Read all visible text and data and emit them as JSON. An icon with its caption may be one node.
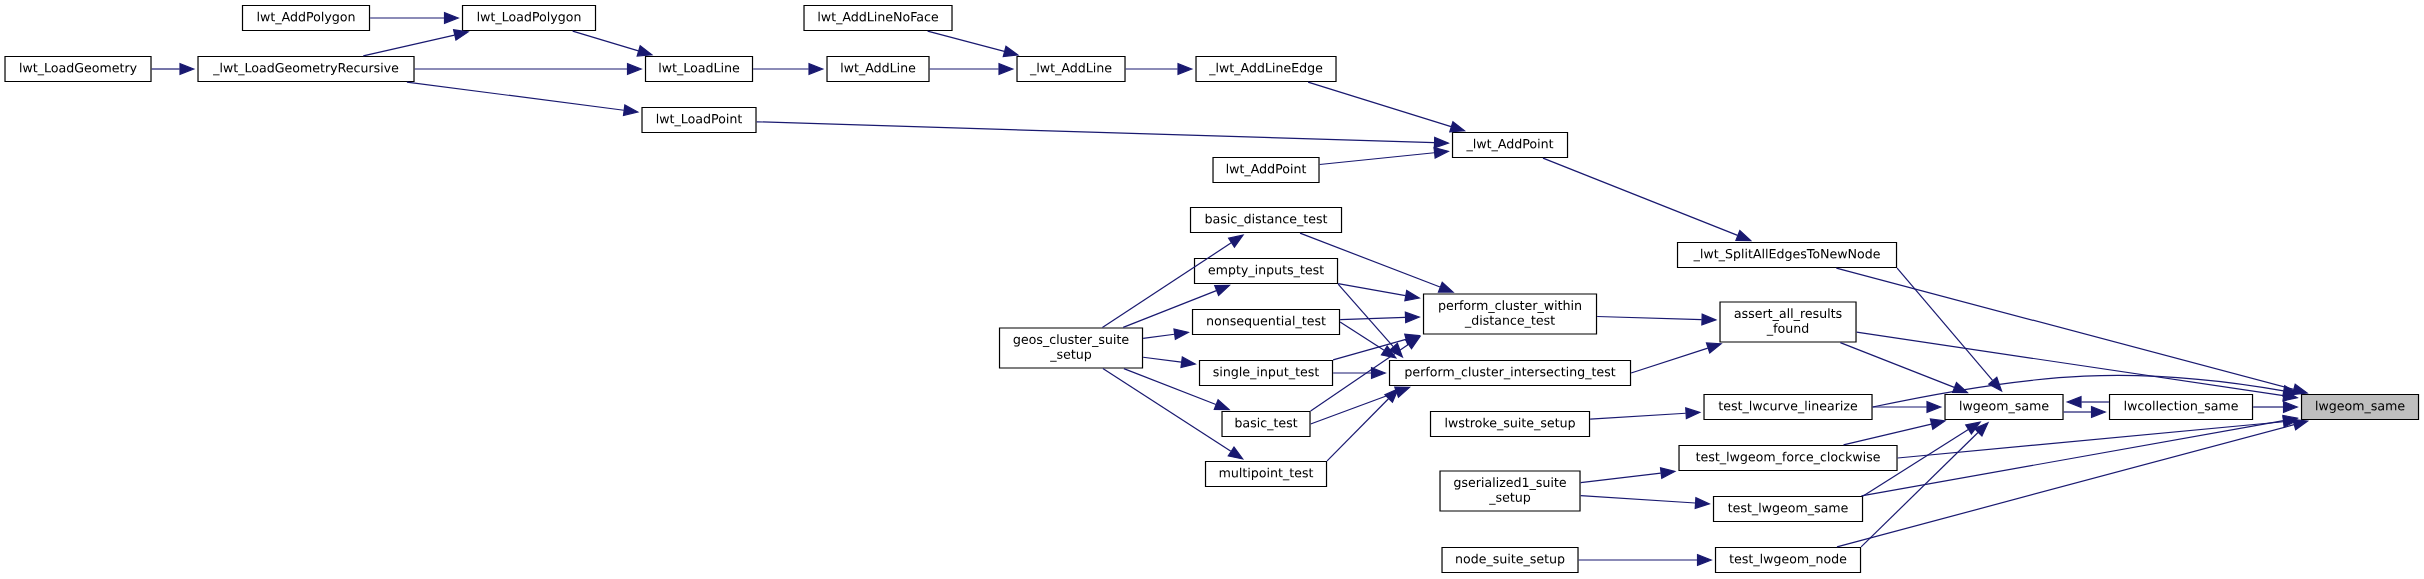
{
  "diagram": {
    "nodes": [
      {
        "text": [
          "lwt_AddPolygon"
        ]
      },
      {
        "text": [
          "lwt_LoadPolygon"
        ]
      },
      {
        "text": [
          "lwt_LoadGeometry"
        ]
      },
      {
        "text": [
          "_lwt_LoadGeometryRecursive"
        ]
      },
      {
        "text": [
          "lwt_LoadLine"
        ]
      },
      {
        "text": [
          "lwt_LoadPoint"
        ]
      },
      {
        "text": [
          "lwt_AddLineNoFace"
        ]
      },
      {
        "text": [
          "lwt_AddLine"
        ]
      },
      {
        "text": [
          "_lwt_AddLine"
        ]
      },
      {
        "text": [
          "_lwt_AddLineEdge"
        ]
      },
      {
        "text": [
          "_lwt_AddPoint"
        ]
      },
      {
        "text": [
          "lwt_AddPoint"
        ]
      },
      {
        "text": [
          "basic_distance_test"
        ]
      },
      {
        "text": [
          "empty_inputs_test"
        ]
      },
      {
        "text": [
          "nonsequential_test"
        ]
      },
      {
        "text": [
          "geos_cluster_suite _setup"
        ]
      },
      {
        "text": [
          "single_input_test"
        ]
      },
      {
        "text": [
          "basic_test"
        ]
      },
      {
        "text": [
          "multipoint_test"
        ]
      },
      {
        "text": [
          "perform_cluster_within _distance_test"
        ]
      },
      {
        "text": [
          "perform_cluster_intersecting_test"
        ]
      },
      {
        "text": [
          "lwstroke_suite_setup"
        ]
      },
      {
        "text": [
          "gserialized1_suite _setup"
        ]
      },
      {
        "text": [
          "node_suite_setup"
        ]
      },
      {
        "text": [
          "_lwt_SplitAllEdgesToNewNode"
        ]
      },
      {
        "text": [
          "assert_all_results _found"
        ]
      },
      {
        "text": [
          "test_lwcurve_linearize"
        ]
      },
      {
        "text": [
          "lwgeom_same"
        ]
      },
      {
        "text": [
          "lwcollection_same"
        ]
      },
      {
        "text": [
          "lwgeom_same"
        ]
      },
      {
        "text": [
          "test_lwgeom_force_clockwise"
        ]
      },
      {
        "text": [
          "test_lwgeom_same"
        ]
      },
      {
        "text": [
          "test_lwgeom_node"
        ]
      }
    ],
    "edges": [
      {
        "from": 0,
        "to": 1,
        "arrow": "to"
      },
      {
        "from": 2,
        "to": 3,
        "arrow": "to"
      },
      {
        "from": 3,
        "to": 1,
        "arrow": "to"
      },
      {
        "from": 3,
        "to": 4,
        "arrow": "to"
      },
      {
        "from": 1,
        "to": 4,
        "arrow": "to"
      },
      {
        "from": 3,
        "to": 5,
        "arrow": "to"
      },
      {
        "from": 4,
        "to": 7,
        "arrow": "to"
      },
      {
        "from": 7,
        "to": 8,
        "arrow": "to"
      },
      {
        "from": 6,
        "to": 8,
        "arrow": "to"
      },
      {
        "from": 8,
        "to": 9,
        "arrow": "to"
      },
      {
        "from": 9,
        "to": 10,
        "arrow": "to"
      },
      {
        "from": 5,
        "to": 10,
        "arrow": "to"
      },
      {
        "from": 11,
        "to": 10,
        "arrow": "to"
      },
      {
        "from": 10,
        "to": 24,
        "arrow": "to"
      },
      {
        "from": 15,
        "to": 12,
        "arrow": "to"
      },
      {
        "from": 15,
        "to": 13,
        "arrow": "to"
      },
      {
        "from": 15,
        "to": 14,
        "arrow": "to"
      },
      {
        "from": 15,
        "to": 16,
        "arrow": "to"
      },
      {
        "from": 15,
        "to": 17,
        "arrow": "to"
      },
      {
        "from": 15,
        "to": 18,
        "arrow": "to"
      },
      {
        "from": 12,
        "to": 19,
        "arrow": "to"
      },
      {
        "from": 13,
        "to": 19,
        "arrow": "to"
      },
      {
        "from": 13,
        "to": 20,
        "arrow": "to"
      },
      {
        "from": 14,
        "to": 19,
        "arrow": "to"
      },
      {
        "from": 14,
        "to": 20,
        "arrow": "to"
      },
      {
        "from": 16,
        "to": 19,
        "arrow": "to"
      },
      {
        "from": 16,
        "to": 20,
        "arrow": "to"
      },
      {
        "from": 17,
        "to": 19,
        "arrow": "to"
      },
      {
        "from": 17,
        "to": 20,
        "arrow": "to"
      },
      {
        "from": 18,
        "to": 20,
        "arrow": "to"
      },
      {
        "from": 19,
        "to": 25,
        "arrow": "to"
      },
      {
        "from": 20,
        "to": 25,
        "arrow": "to"
      },
      {
        "from": 21,
        "to": 26,
        "arrow": "to"
      },
      {
        "from": 22,
        "to": 30,
        "arrow": "to"
      },
      {
        "from": 22,
        "to": 31,
        "arrow": "to"
      },
      {
        "from": 23,
        "to": 32,
        "arrow": "to"
      },
      {
        "from": 24,
        "to": 27,
        "arrow": "to"
      },
      {
        "from": 24,
        "to": 29,
        "arrow": "to"
      },
      {
        "from": 25,
        "to": 27,
        "arrow": "to"
      },
      {
        "from": 25,
        "to": 29,
        "arrow": "to"
      },
      {
        "from": 26,
        "to": 27,
        "arrow": "to"
      },
      {
        "from": 26,
        "to": 29,
        "arrow": "to"
      },
      {
        "from": 27,
        "to": 28,
        "arrow": "to"
      },
      {
        "from": 28,
        "to": 27,
        "arrow": "to"
      },
      {
        "from": 28,
        "to": 29,
        "arrow": "to"
      },
      {
        "from": 30,
        "to": 27,
        "arrow": "to"
      },
      {
        "from": 30,
        "to": 29,
        "arrow": "to"
      },
      {
        "from": 31,
        "to": 27,
        "arrow": "to"
      },
      {
        "from": 31,
        "to": 29,
        "arrow": "to"
      },
      {
        "from": 32,
        "to": 27,
        "arrow": "to"
      },
      {
        "from": 32,
        "to": 29,
        "arrow": "to"
      }
    ]
  }
}
